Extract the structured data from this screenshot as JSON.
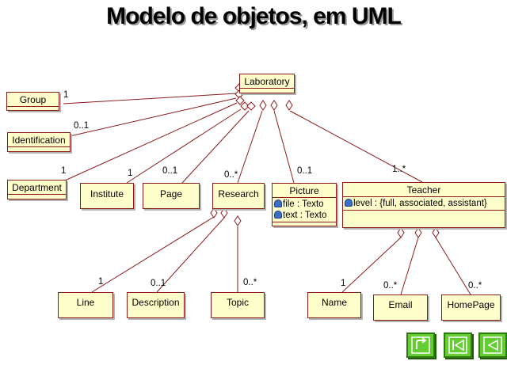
{
  "title": "Modelo de objetos, em UML",
  "classes": {
    "laboratory": {
      "name": "Laboratory"
    },
    "group": {
      "name": "Group"
    },
    "identification": {
      "name": "Identification"
    },
    "department": {
      "name": "Department"
    },
    "institute": {
      "name": "Institute"
    },
    "page": {
      "name": "Page"
    },
    "research": {
      "name": "Research"
    },
    "picture": {
      "name": "Picture",
      "attributes": [
        "file : Texto",
        "text : Texto"
      ]
    },
    "teacher": {
      "name": "Teacher",
      "attributes": [
        "level : {full, associated, assistant}"
      ]
    },
    "line": {
      "name": "Line"
    },
    "description": {
      "name": "Description"
    },
    "topic": {
      "name": "Topic"
    },
    "name": {
      "name": "Name"
    },
    "email": {
      "name": "Email"
    },
    "homepage": {
      "name": "HomePage"
    }
  },
  "multiplicities": {
    "group": "1",
    "identification": "0..1",
    "department": "1",
    "institute": "1",
    "page": "0..1",
    "research": "0..*",
    "picture": "0..1",
    "teacher": "1..*",
    "line": "1",
    "description": "0..1",
    "topic": "0..*",
    "name": "1",
    "email": "0..*",
    "homepage": "0..*"
  },
  "icons": {
    "attribute": "attribute-icon",
    "nav_up": "return-arrow-icon",
    "nav_first": "first-page-icon",
    "nav_prev": "previous-page-icon"
  },
  "colors": {
    "class_fill": "#ffffcc",
    "class_border": "#8b1a1a",
    "association_line": "#8b1a1a",
    "nav_button": "#66cc33"
  }
}
